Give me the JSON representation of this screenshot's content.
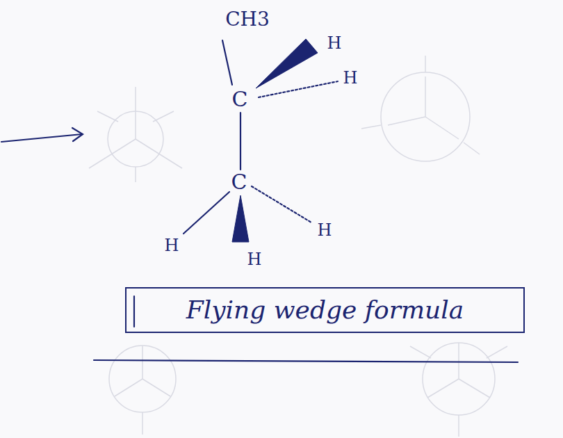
{
  "diagram": {
    "nodes": [
      {
        "text": [
          "Flying wedge formula"
        ]
      }
    ],
    "labels": [
      "CH3",
      "C",
      "C",
      "H",
      "H",
      "H",
      "H",
      "H"
    ]
  }
}
